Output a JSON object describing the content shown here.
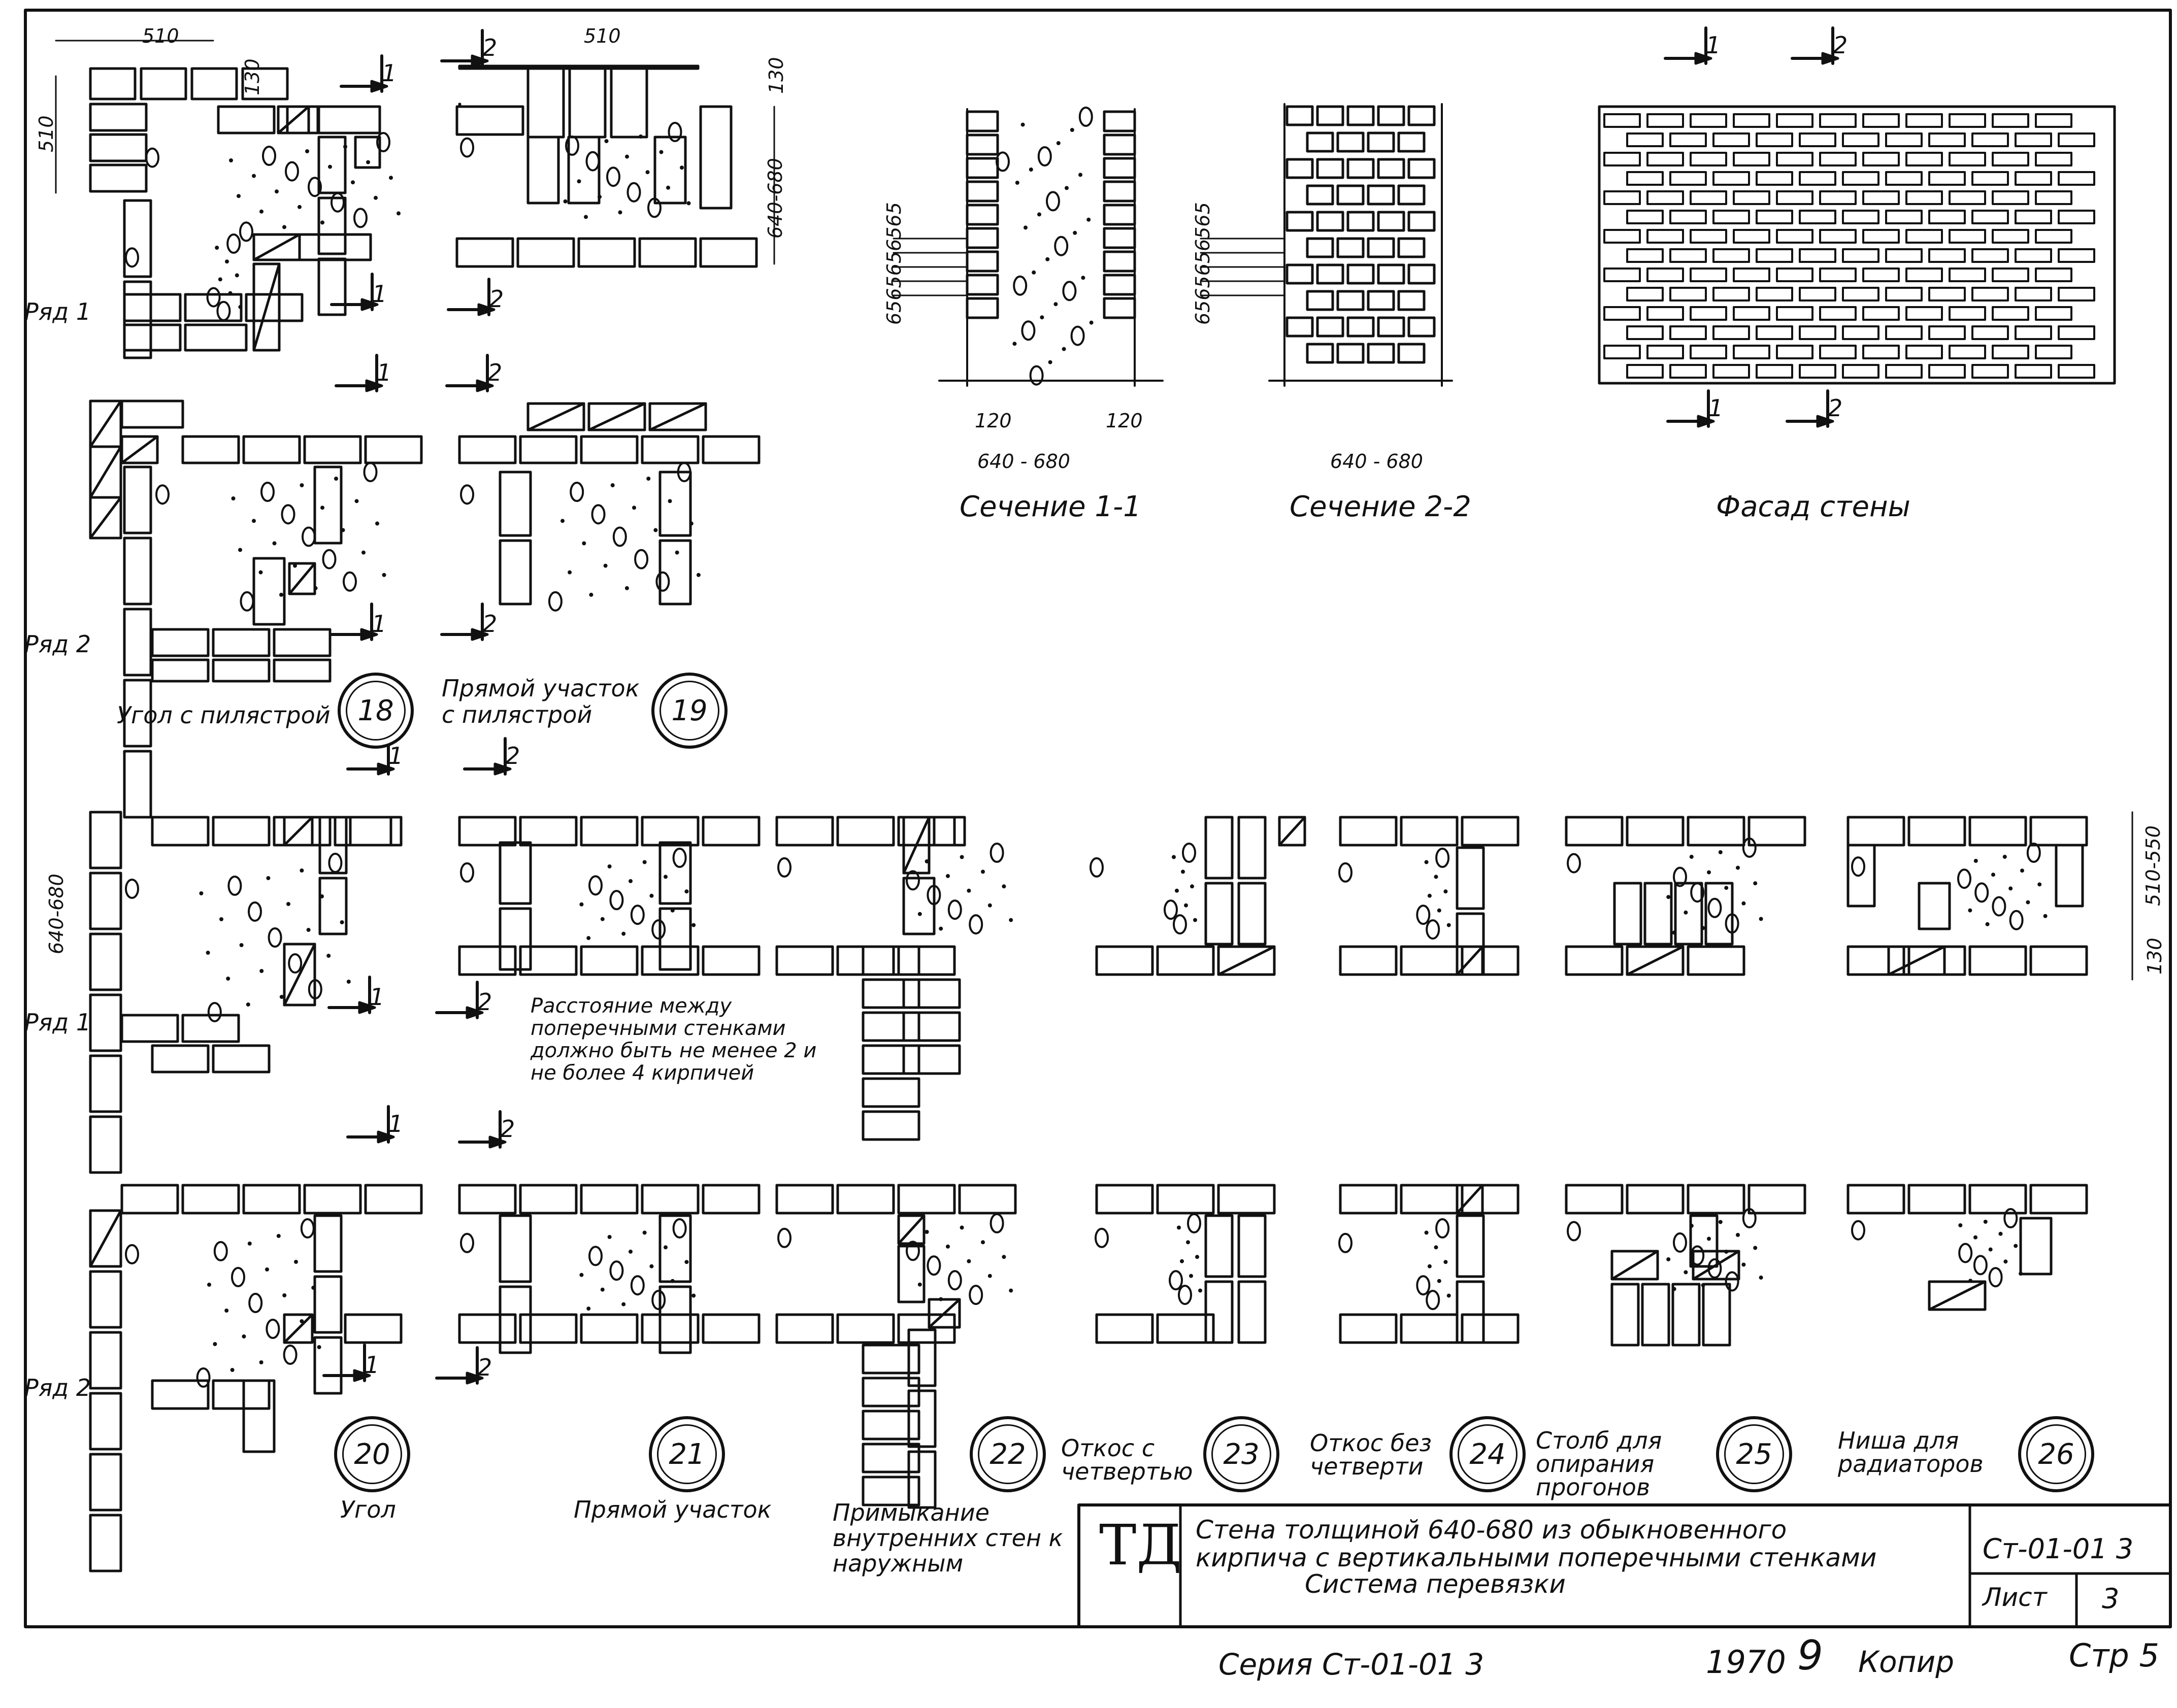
{
  "rows": {
    "row1": "Ряд 1",
    "row2": "Ряд 2"
  },
  "dims": {
    "d510": "510",
    "d130": "130",
    "d640_680": "640-680",
    "d640_680b": "640 - 680",
    "d120": "120",
    "d65": "6565656565",
    "d640_680c": "640-680",
    "d510_550": "510-550",
    "d130b": "130"
  },
  "section_marks": {
    "one": "1",
    "two": "2"
  },
  "captions": {
    "section11": "Сечение 1-1",
    "section22": "Сечение 2-2",
    "facade": "Фасад стены",
    "d18": "Угол с пилястрой",
    "d19": "Прямой участок с пилястрой",
    "d20": "Угол",
    "d21": "Прямой участок",
    "d22": "Примыкание внутренних стен к наружным",
    "d23": "Откос с четвертью",
    "d24": "Откос без четверти",
    "d25": "Столб для опирания прогонов",
    "d26": "Ниша для радиаторов"
  },
  "note": "Расстояние между поперечными стенками должно быть не менее 2 и не более 4 кирпичей",
  "numbers": [
    "18",
    "19",
    "20",
    "21",
    "22",
    "23",
    "24",
    "25",
    "26"
  ],
  "title_block": {
    "logo": "ТД",
    "title_line1": "Стена толщиной 640-680 из обыкновенного",
    "title_line2": "кирпича с вертикальными поперечными стенками",
    "title_line3": "Система перевязки",
    "code": "Ст-01-01 3",
    "sheet_label": "Лист",
    "sheet_no": "3"
  },
  "footer": {
    "series": "Серия Ст-01-01 3",
    "year": "1970",
    "copy_no": "9",
    "copy_label": "Копир",
    "page": "Стр 5"
  }
}
